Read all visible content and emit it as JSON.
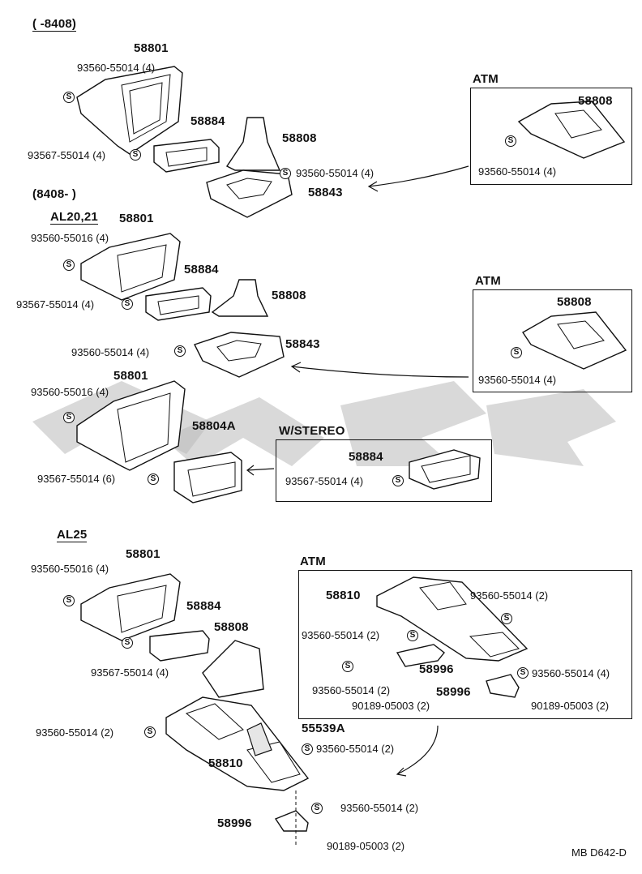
{
  "sections": {
    "s1_date": "(        -8408)",
    "s2_date": "(8408-        )",
    "s2_model": "AL20,21",
    "s4_model": "AL25"
  },
  "boxes": {
    "atm1_title": "ATM",
    "atm2_title": "ATM",
    "stereo_title": "W/STEREO",
    "atm3_title": "ATM"
  },
  "parts": {
    "p58801": "58801",
    "p58884": "58884",
    "p58808": "58808",
    "p58843": "58843",
    "p58804a": "58804A",
    "p58810": "58810",
    "p58996": "58996",
    "p55539a": "55539A"
  },
  "screws": {
    "s93560_55014_4": "93560-55014 (4)",
    "s93567_55014_4": "93567-55014 (4)",
    "s93560_55016_4": "93560-55016 (4)",
    "s93567_55014_6": "93567-55014 (6)",
    "s93560_55014_2": "93560-55014 (2)",
    "s90189_05003_2": "90189-05003 (2)"
  },
  "icons": {
    "screw_marker": "S"
  },
  "footer": {
    "code": "MB D642-D"
  }
}
